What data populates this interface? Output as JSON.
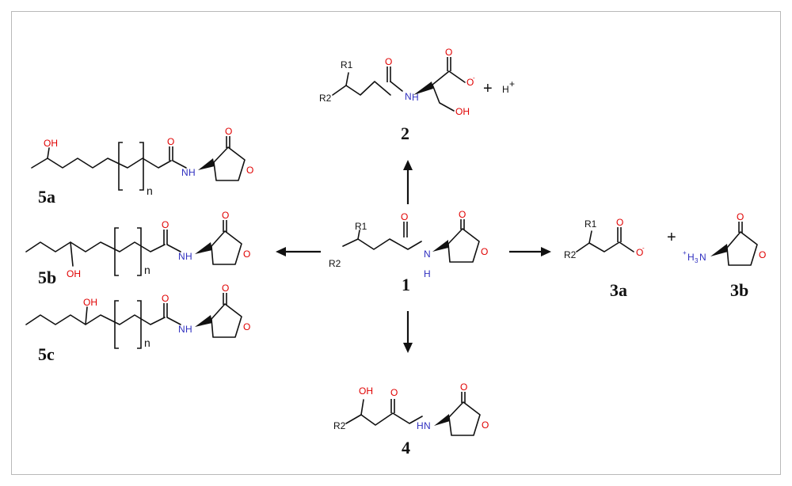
{
  "compounds": {
    "c1": "1",
    "c2": "2",
    "c3a": "3a",
    "c3b": "3b",
    "c4": "4",
    "c5a": "5a",
    "c5b": "5b",
    "c5c": "5c"
  },
  "atoms": {
    "R1": "R1",
    "R2": "R2",
    "O": "O",
    "N": "N",
    "H": "H",
    "OH": "OH",
    "minus": "-",
    "plus_sup": "+",
    "H3": "H",
    "sub3": "3",
    "n": "n"
  },
  "operators": {
    "plus": "+",
    "hplus_H": "H",
    "hplus_sup": "+"
  },
  "colors": {
    "oxygen": "#e00000",
    "nitrogen": "#3030c0",
    "bond": "#111111",
    "frame": "#b9b9b9"
  }
}
